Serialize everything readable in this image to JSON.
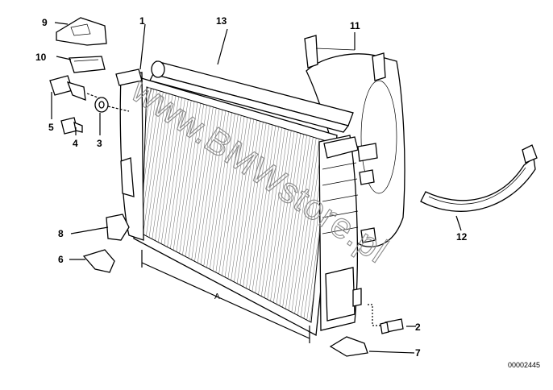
{
  "callouts": {
    "c1": "1",
    "c2": "2",
    "c3": "3",
    "c4": "4",
    "c5": "5",
    "c6": "6",
    "c7": "7",
    "c8": "8",
    "c9": "9",
    "c10": "10",
    "c11": "11",
    "c12": "12",
    "c13": "13"
  },
  "dimension_label": "A",
  "watermark": "www.BMWstore.pl",
  "diagram_number": "00002445"
}
